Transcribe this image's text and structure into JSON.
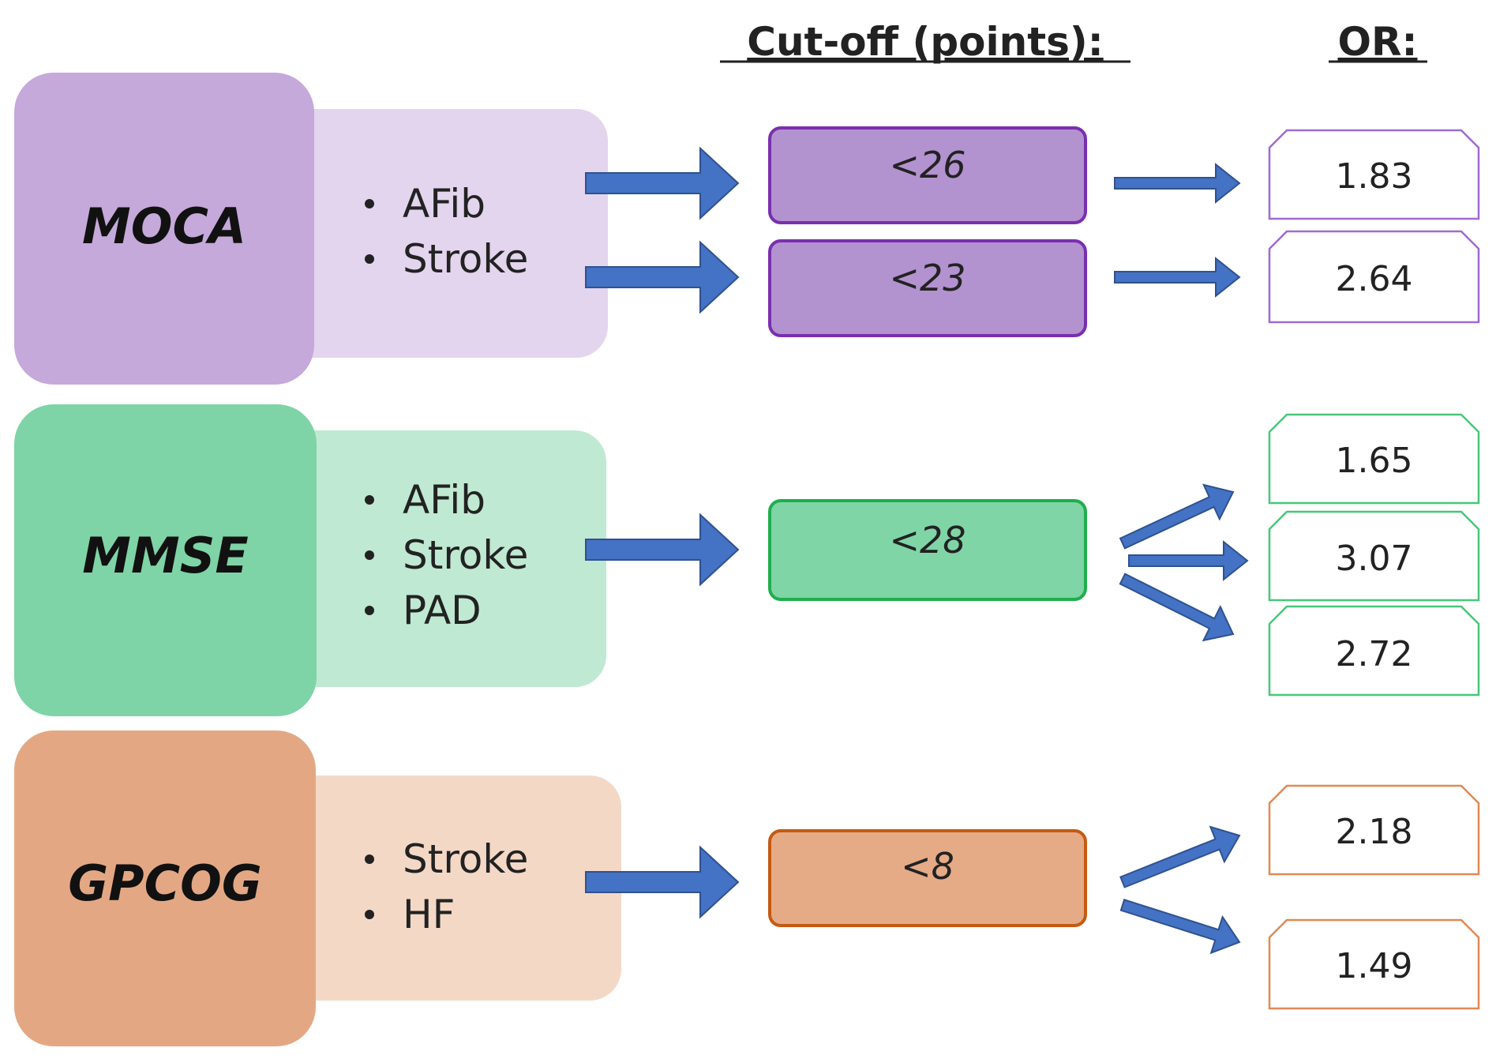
{
  "headers": {
    "cutoff": "Cut-off (points):",
    "or": "OR:"
  },
  "colors": {
    "arrow": "#4472c4",
    "arrow_outline": "#2f528f"
  },
  "groups": [
    {
      "test": "MOCA",
      "colors": {
        "dark": "#c5a9da",
        "light": "#e3d5ee",
        "cut_fill": "#b392d0",
        "cut_border": "#7a2fae",
        "or_border": "#a06ad0"
      },
      "conditions": [
        "AFib",
        "Stroke"
      ],
      "cutoffs": [
        {
          "label": "<26",
          "or": [
            "1.83"
          ]
        },
        {
          "label": "<23",
          "or": [
            "2.64"
          ]
        }
      ]
    },
    {
      "test": "MMSE",
      "colors": {
        "dark": "#7ed4a6",
        "light": "#bfe9d2",
        "cut_fill": "#7fd5a6",
        "cut_border": "#1fae4c",
        "or_border": "#47c77a"
      },
      "conditions": [
        "AFib",
        "Stroke",
        "PAD"
      ],
      "cutoffs": [
        {
          "label": "<28",
          "or": [
            "1.65",
            "3.07",
            "2.72"
          ]
        }
      ]
    },
    {
      "test": "GPCOG",
      "colors": {
        "dark": "#e3a883",
        "light": "#f4d8c6",
        "cut_fill": "#e5ab86",
        "cut_border": "#c55a11",
        "or_border": "#e08a55"
      },
      "conditions": [
        "Stroke",
        "HF"
      ],
      "cutoffs": [
        {
          "label": "<8",
          "or": [
            "2.18",
            "1.49"
          ]
        }
      ]
    }
  ]
}
